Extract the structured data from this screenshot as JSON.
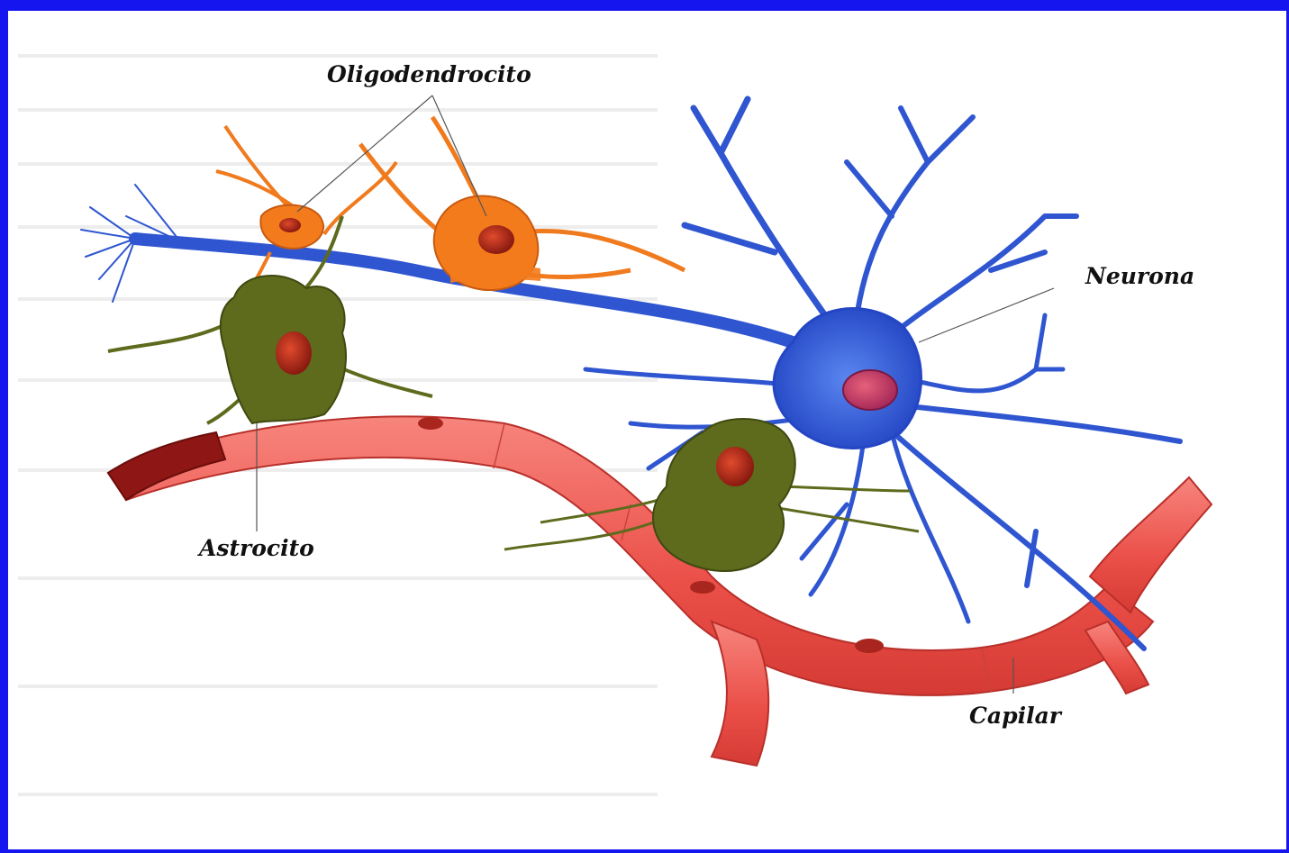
{
  "labels": {
    "oligodendrocito": "Oligodendrocito",
    "neurona": "Neurona",
    "astrocito": "Astrocito",
    "capilar": "Capilar"
  },
  "colors": {
    "frame": "#1515f0",
    "neuron": "#3a5fd6",
    "neuron_nucleus": "#c0447a",
    "oligodendrocyte": "#f0771e",
    "astrocyte": "#5e6a1c",
    "capillary": "#f0645c",
    "cell_nucleus": "#b8301a"
  }
}
